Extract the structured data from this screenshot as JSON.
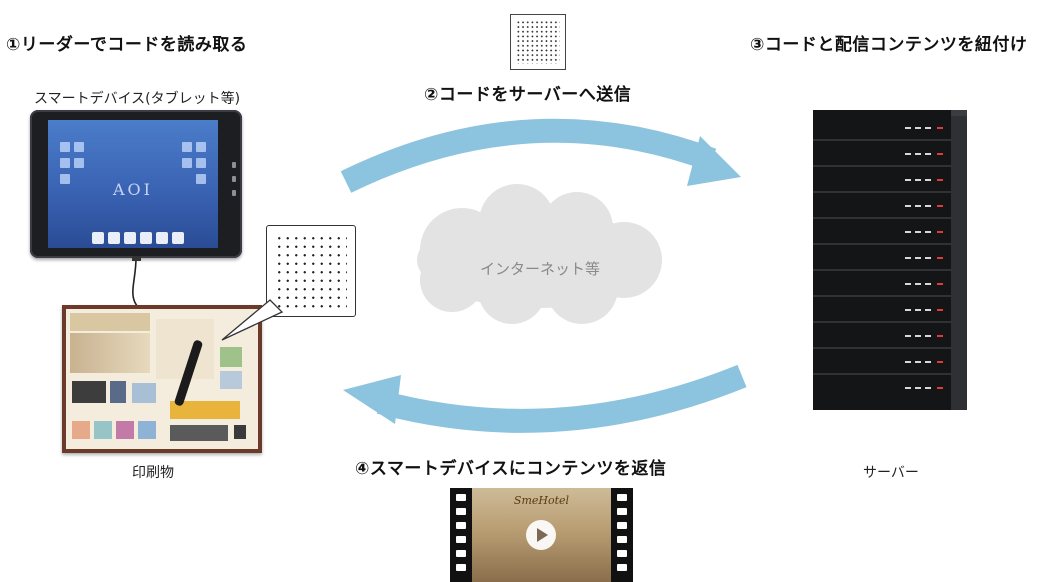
{
  "steps": {
    "step1": "①リーダーでコードを読み取る",
    "step2": "②コードをサーバーへ送信",
    "step3": "③コードと配信コンテンツを紐付け",
    "step4": "④スマートデバイスにコンテンツを返信"
  },
  "labels": {
    "device": "スマートデバイス(タブレット等)",
    "printed": "印刷物",
    "server": "サーバー",
    "network": "インターネット等"
  },
  "tablet": {
    "logo": "AOI"
  },
  "video": {
    "title": "SmeHotel"
  },
  "colors": {
    "arrow": "#8cc4df",
    "cloud": "#e3e3e3",
    "server": "#141517",
    "print_frame": "#6b3a2a"
  }
}
